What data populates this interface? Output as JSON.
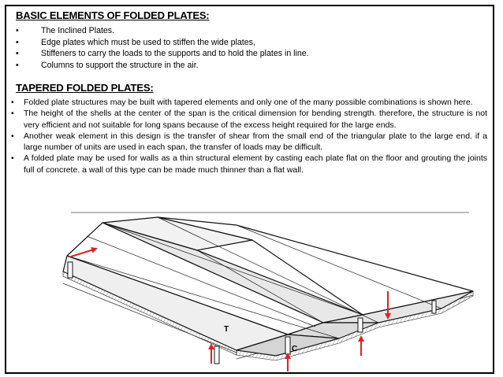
{
  "section1": {
    "title": "BASIC ELEMENTS OF FOLDED PLATES:",
    "bullet": "•",
    "items": [
      "The Inclined Plates.",
      "Edge plates which must be used to stiffen the wide plates,",
      "Stiffeners to carry the loads to the supports and to hold the plates in line.",
      "Columns to support the structure in the air."
    ]
  },
  "section2": {
    "title": "TAPERED FOLDED PLATES:",
    "bullet": "•",
    "items": [
      "Folded plate structures may be built with tapered elements and only one of the many possible combinations is shown here.",
      "The height of the shells at the center of the span is the critical dimension for bending strength. therefore, the structure is not very efficient and not suitable for long spans because of the excess height required for the large ends.",
      "Another weak element in this design is the transfer of shear from the small end of the triangular plate to the large end. if a large number of units are used in each span, the transfer of loads may be difficult.",
      "A folded plate may be used for walls as a thin structural element by casting each plate flat on the floor and grouting the joints full of concrete. a wall of this type can be made much thinner than a flat wall."
    ]
  },
  "figure": {
    "label_t": "T",
    "label_c": "C",
    "arrow_color": "#e02020"
  }
}
